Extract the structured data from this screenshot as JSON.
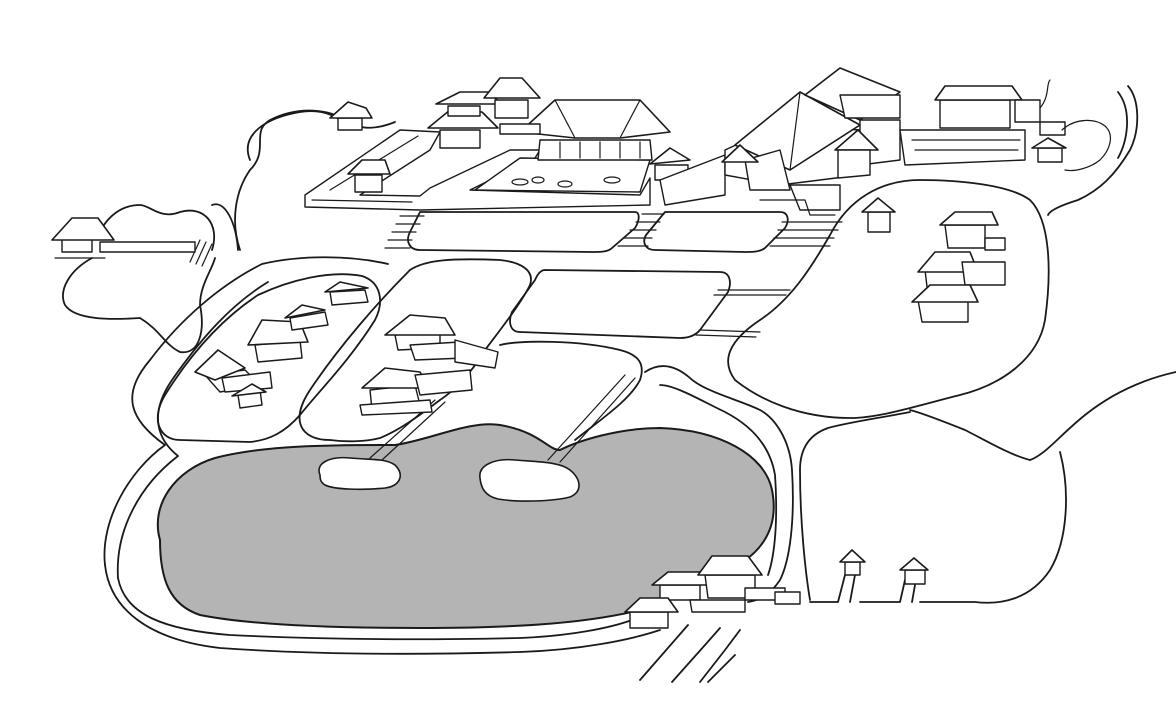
{
  "diagram": {
    "style": "isometric line illustration of a temple complex with a central pond",
    "colors": {
      "background": "#ffffff",
      "line": "#1a1a1a",
      "pond": "#b4b4b4",
      "building": "#ffffff"
    },
    "elements": [
      "pond",
      "pond-island-left",
      "pond-island-right",
      "main-hall",
      "courtyard",
      "corridors",
      "gates",
      "pavilions",
      "garden-paths",
      "stairs"
    ]
  }
}
